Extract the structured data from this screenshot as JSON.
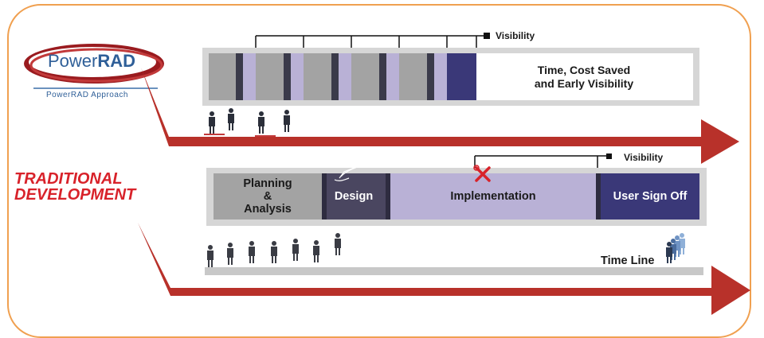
{
  "logo": {
    "brand_prefix": "Power",
    "brand_suffix": "RAD",
    "caption": "PowerRAD Approach"
  },
  "top": {
    "visibility_label": "Visibility",
    "saved_label_line1": "Time, Cost Saved",
    "saved_label_line2": "and Early Visibility"
  },
  "traditional": {
    "title_line1": "TRADITIONAL",
    "title_line2": "DEVELOPMENT",
    "visibility_label": "Visibility",
    "phases": [
      {
        "label_lines": [
          "Planning",
          "&",
          "Analysis"
        ]
      },
      {
        "label_lines": [
          "Design"
        ]
      },
      {
        "label_lines": [
          "Implementation"
        ]
      },
      {
        "label_lines": [
          "User Sign Off"
        ]
      }
    ],
    "timeline_label": "Time Line"
  },
  "colors": {
    "frame": "#f0a050",
    "arrow": "#b8312a",
    "gray_block": "#a3a3a3",
    "lavender": "#b9b1d6",
    "dark_navy": "#3a3878",
    "design_block": "#4a4660",
    "accent_red": "#d8222a"
  }
}
